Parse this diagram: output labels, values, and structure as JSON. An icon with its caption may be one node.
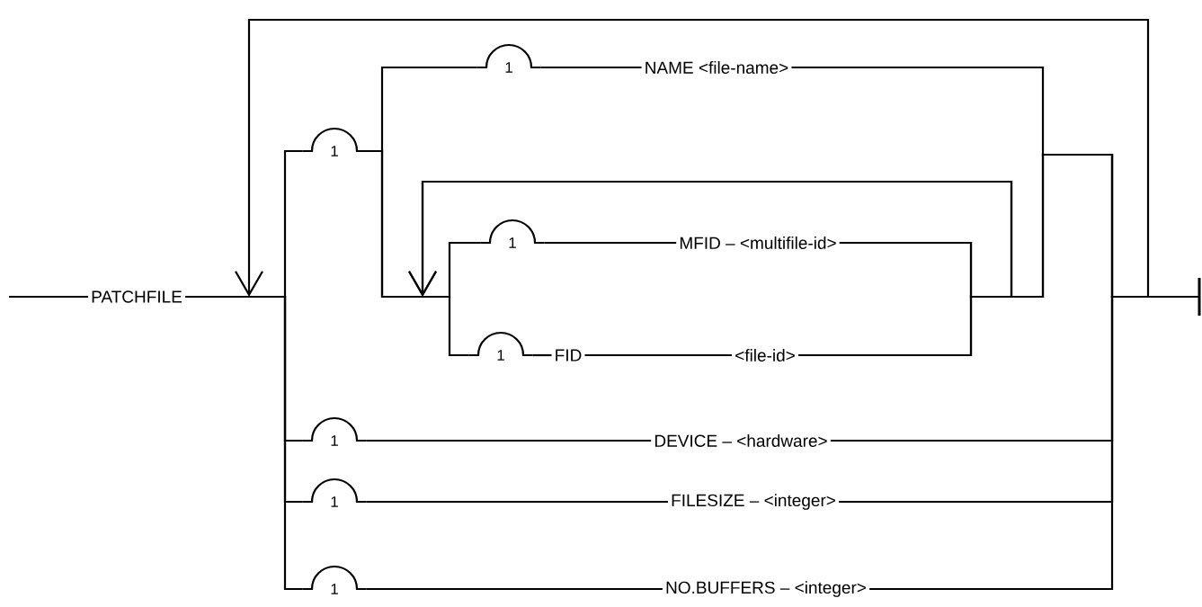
{
  "diagram": {
    "nodes": [
      {
        "text": [
          "PATCHFILE"
        ]
      },
      {
        "text": [
          "1"
        ]
      },
      {
        "text": [
          "1"
        ]
      },
      {
        "text": [
          "NAME <file-name>"
        ]
      },
      {
        "text": [
          "1"
        ]
      },
      {
        "text": [
          "MFID – <multifile-id>"
        ]
      },
      {
        "text": [
          "1"
        ]
      },
      {
        "text": [
          "FID"
        ]
      },
      {
        "text": [
          "<file-id>"
        ]
      },
      {
        "text": [
          "1"
        ]
      },
      {
        "text": [
          "DEVICE – <hardware>"
        ]
      },
      {
        "text": [
          "1"
        ]
      },
      {
        "text": [
          "FILESIZE – <integer>"
        ]
      },
      {
        "text": [
          "1"
        ]
      },
      {
        "text": [
          "NO.BUFFERS – <integer>"
        ]
      },
      {
        "text": [],
        "shape": "bar"
      }
    ],
    "edges": [
      {
        "from": null,
        "to": 0,
        "arrow": "none"
      },
      {
        "from": 0,
        "to": 1,
        "arrow": "none"
      },
      {
        "from": 0,
        "to": 9,
        "arrow": "none"
      },
      {
        "from": 0,
        "to": 11,
        "arrow": "none"
      },
      {
        "from": 0,
        "to": 13,
        "arrow": "none"
      },
      {
        "from": 1,
        "to": 2,
        "arrow": "none"
      },
      {
        "from": 1,
        "to": 4,
        "arrow": "none"
      },
      {
        "from": 1,
        "to": 6,
        "arrow": "none"
      },
      {
        "from": 2,
        "to": 3,
        "arrow": "none"
      },
      {
        "from": 4,
        "to": 5,
        "arrow": "none"
      },
      {
        "from": 6,
        "to": 7,
        "arrow": "none"
      },
      {
        "from": 7,
        "to": 8,
        "arrow": "none"
      },
      {
        "from": 9,
        "to": 10,
        "arrow": "none"
      },
      {
        "from": 11,
        "to": 12,
        "arrow": "none"
      },
      {
        "from": 13,
        "to": 14,
        "arrow": "none"
      },
      {
        "from": 3,
        "to": 15,
        "arrow": "none"
      },
      {
        "from": 5,
        "to": 15,
        "arrow": "none"
      },
      {
        "from": 8,
        "to": 15,
        "arrow": "none"
      },
      {
        "from": 10,
        "to": 15,
        "arrow": "none"
      },
      {
        "from": 12,
        "to": 15,
        "arrow": "none"
      },
      {
        "from": 14,
        "to": 15,
        "arrow": "none"
      },
      {
        "from": 5,
        "to": null,
        "arrow": "to"
      },
      {
        "from": 8,
        "to": null,
        "arrow": "to"
      },
      {
        "from": 15,
        "to": null,
        "arrow": "to"
      }
    ]
  }
}
